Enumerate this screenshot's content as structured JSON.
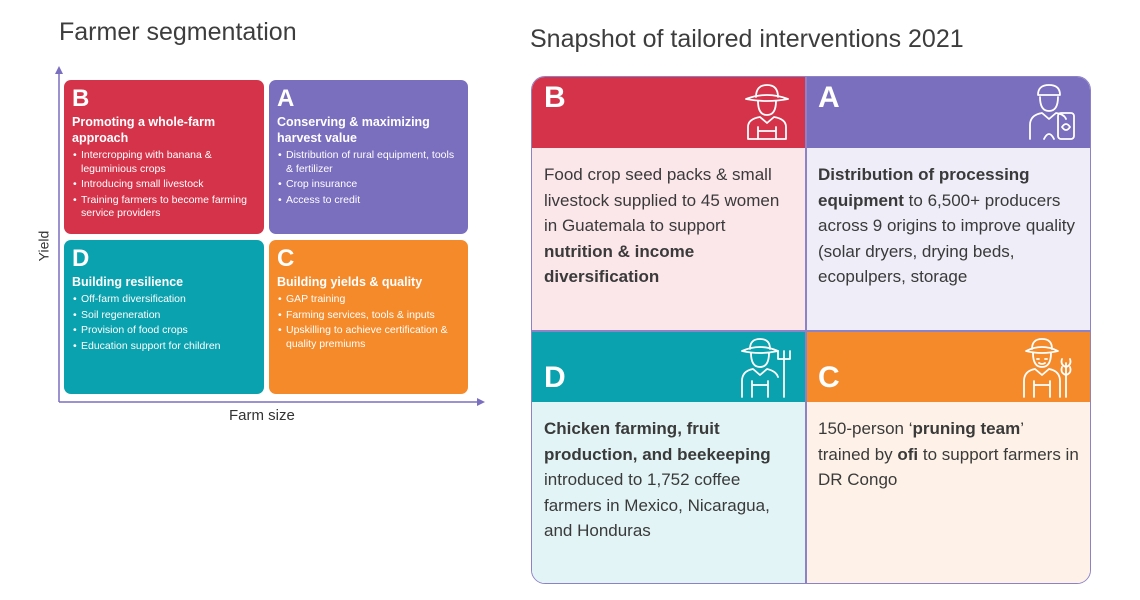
{
  "left": {
    "title": "Farmer segmentation",
    "y_axis_label": "Yield",
    "x_axis_label": "Farm size",
    "segments": {
      "B": {
        "letter": "B",
        "heading": "Promoting a whole-farm approach",
        "items": [
          "Intercropping with banana & leguminious crops",
          "Introducing small livestock",
          "Training farmers to become farming service providers"
        ],
        "color": "#d5334a"
      },
      "A": {
        "letter": "A",
        "heading": "Conserving & maximizing harvest value",
        "items": [
          "Distribution of rural equipment, tools & fertilizer",
          "Crop insurance",
          "Access to credit"
        ],
        "color": "#7a6ebf"
      },
      "D": {
        "letter": "D",
        "heading": "Building resilience",
        "items": [
          "Off-farm diversification",
          "Soil regeneration",
          "Provision of food crops",
          "Education support for children"
        ],
        "color": "#0aa2ae"
      },
      "C": {
        "letter": "C",
        "heading": "Building yields & quality",
        "items": [
          "GAP training",
          "Farming services, tools & inputs",
          "Upskilling to achieve certification & quality premiums"
        ],
        "color": "#f58a2a"
      }
    }
  },
  "right": {
    "title": "Snapshot of tailored interventions 2021",
    "cells": {
      "B": {
        "letter": "B",
        "icon": "farmer-hat-icon",
        "text_parts": [
          "Food crop seed packs & small livestock supplied to 45 women in Guatemala to support ",
          "nutrition & income diversification",
          ""
        ]
      },
      "A": {
        "letter": "A",
        "icon": "farmer-phone-icon",
        "text_parts": [
          "",
          "Distribution of processing equipment",
          " to 6,500+ producers across 9 origins to improve quality (solar dryers, drying beds, ecopulpers, storage"
        ]
      },
      "D": {
        "letter": "D",
        "icon": "farmer-pitchfork-icon",
        "text_parts": [
          "",
          "Chicken farming, fruit production, and beekeeping",
          " introduced to 1,752 coffee farmers in Mexico, Nicaragua, and Honduras"
        ]
      },
      "C": {
        "letter": "C",
        "icon": "farmer-wheat-icon",
        "text_parts": [
          "150-person ‘",
          "pruning team",
          "’ trained by ",
          "ofi",
          " to support farmers in DR Congo"
        ]
      }
    }
  }
}
